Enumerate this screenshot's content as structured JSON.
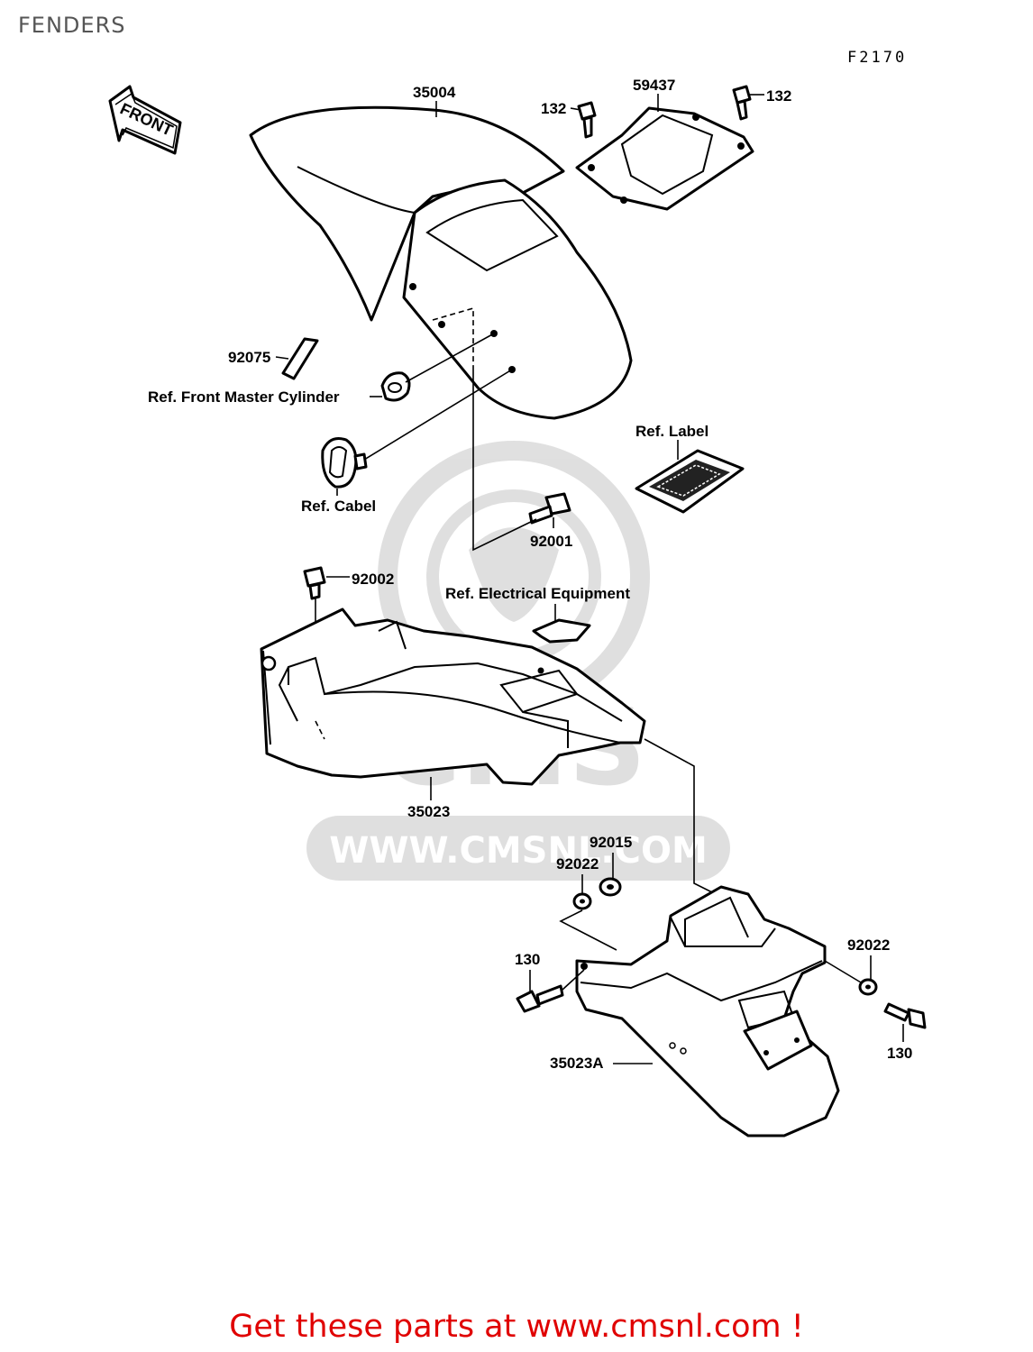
{
  "page": {
    "title": "FENDERS",
    "diagram_code": "F2170",
    "footer_text": "Get these parts at www.cmsnl.com !"
  },
  "watermark": {
    "text": "WWW.CMSNL.COM",
    "logo_text": "CMS"
  },
  "front_arrow": {
    "label": "FRONT"
  },
  "callouts": {
    "front_fender": "35004",
    "fender_cover": "59437",
    "bolt_left": "132",
    "bolt_right": "132",
    "small_plate": "92075",
    "ref_master_cylinder": "Ref. Front Master Cylinder",
    "ref_cabel": "Ref. Cabel",
    "ref_label": "Ref. Label",
    "bolt_92001": "92001",
    "bolt_92002": "92002",
    "ref_electrical": "Ref. Electrical Equipment",
    "rear_fender": "35023",
    "collar_92015": "92015",
    "washer_92022_left": "92022",
    "washer_92022_right": "92022",
    "bolt_130_left": "130",
    "bolt_130_right": "130",
    "rear_flap": "35023A"
  }
}
